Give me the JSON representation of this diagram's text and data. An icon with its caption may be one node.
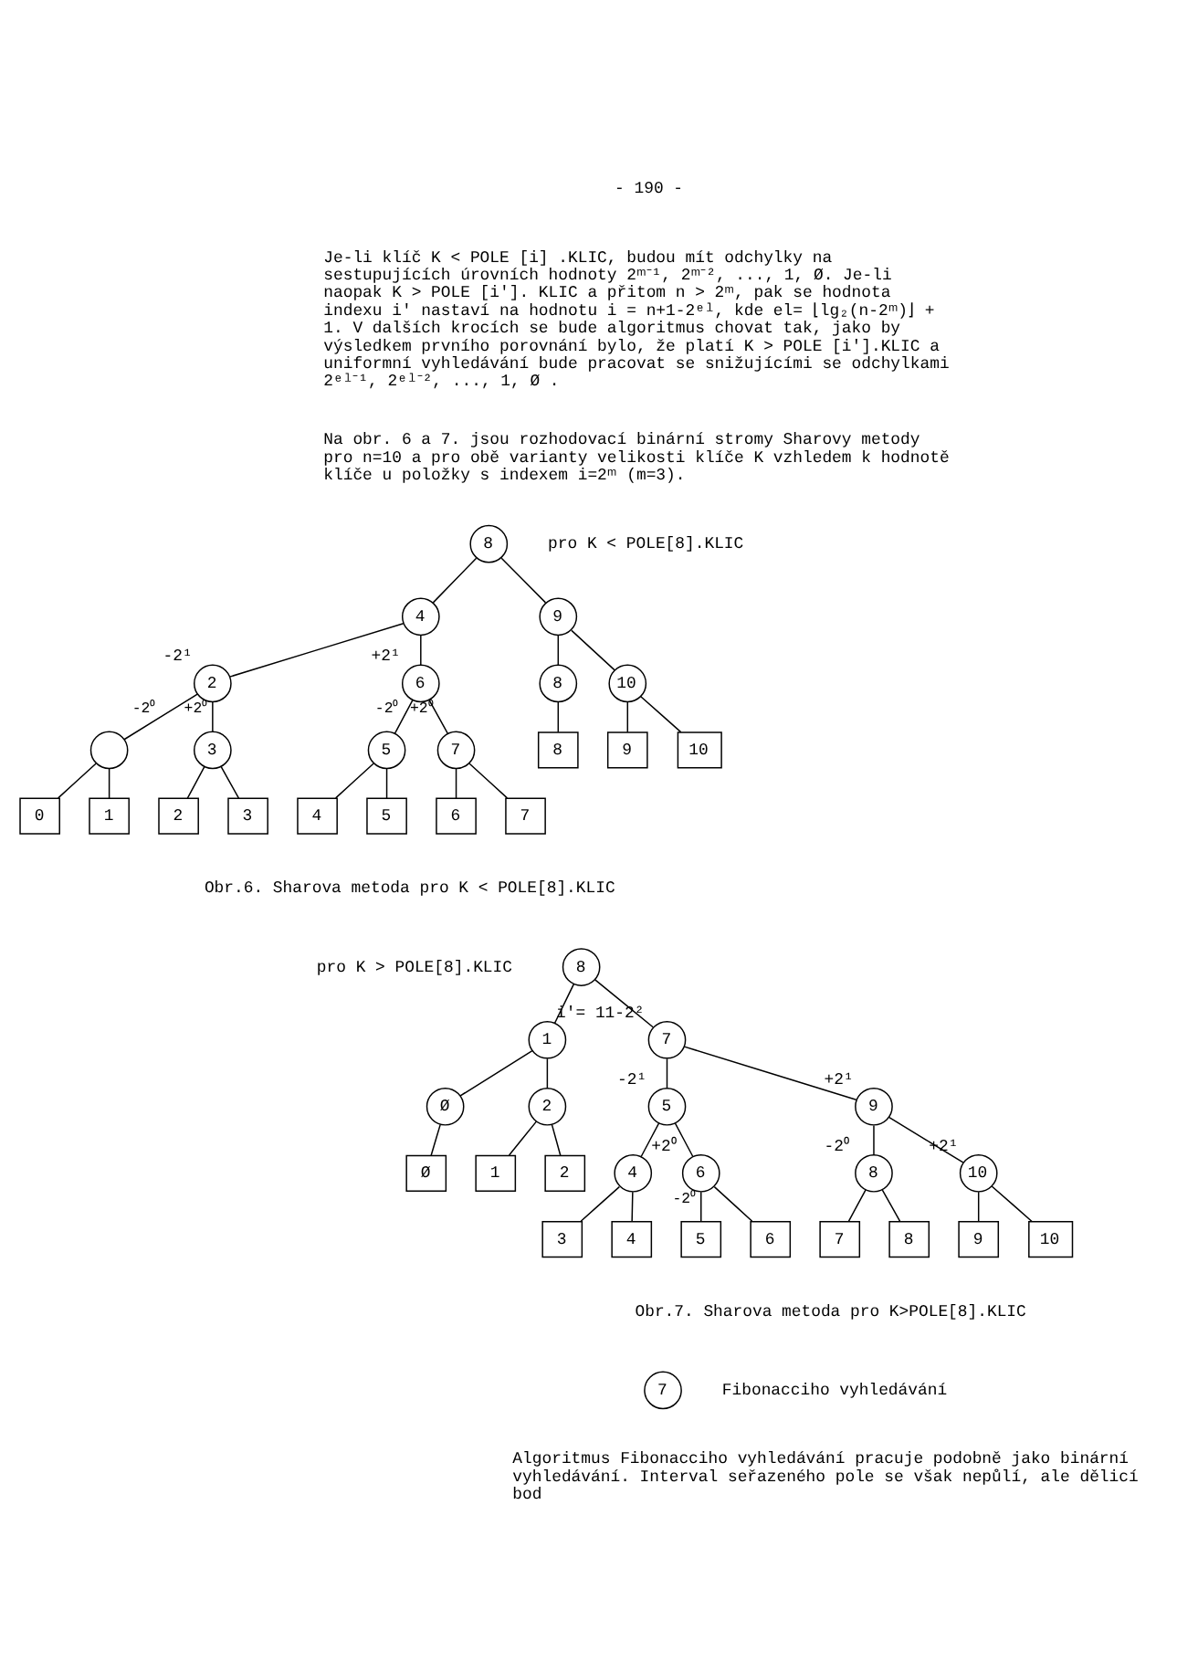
{
  "diagram": {
    "nodes": [
      {
        "text": [
          "8"
        ]
      },
      {
        "text": [
          "4"
        ]
      },
      {
        "text": [
          "9"
        ]
      },
      {
        "text": [
          "2"
        ],
        "beside": [
          "-2¹"
        ]
      },
      {
        "text": [
          "6"
        ],
        "beside": [
          "+2¹"
        ]
      },
      {
        "text": [
          "8"
        ]
      },
      {
        "text": [
          "10"
        ]
      },
      {
        "text": [],
        "shape": "circle"
      },
      {
        "text": [
          "3"
        ]
      },
      {
        "text": [
          "5"
        ]
      },
      {
        "text": [
          "7"
        ]
      },
      {
        "text": [
          "0"
        ]
      },
      {
        "text": [
          "1"
        ]
      },
      {
        "text": [
          "2"
        ]
      },
      {
        "text": [
          "3"
        ]
      },
      {
        "text": [
          "4"
        ]
      },
      {
        "text": [
          "5"
        ]
      },
      {
        "text": [
          "6"
        ]
      },
      {
        "text": [
          "7"
        ]
      },
      {
        "text": [
          "8"
        ]
      },
      {
        "text": [
          "9"
        ]
      },
      {
        "text": [
          "10"
        ]
      },
      {
        "text": [
          "8"
        ]
      },
      {
        "text": [
          "1"
        ]
      },
      {
        "text": [
          "7"
        ],
        "beside": [
          "i′= 11-2²"
        ]
      },
      {
        "text": [
          "Ø"
        ]
      },
      {
        "text": [
          "2"
        ]
      },
      {
        "text": [
          "5"
        ],
        "beside": [
          "-2¹"
        ]
      },
      {
        "text": [
          "9"
        ],
        "beside": [
          "+2¹"
        ]
      },
      {
        "text": [
          "Ø"
        ]
      },
      {
        "text": [
          "1"
        ]
      },
      {
        "text": [
          "2"
        ]
      },
      {
        "text": [
          "4"
        ]
      },
      {
        "text": [
          "6"
        ],
        "beside": [
          "+2⁰"
        ]
      },
      {
        "text": [
          "8"
        ],
        "beside": [
          "-2⁰"
        ]
      },
      {
        "text": [
          "10"
        ],
        "beside": [
          "+2¹"
        ]
      },
      {
        "text": [
          "3"
        ]
      },
      {
        "text": [
          "4"
        ]
      },
      {
        "text": [
          "5"
        ]
      },
      {
        "text": [
          "6"
        ]
      },
      {
        "text": [
          "7"
        ]
      },
      {
        "text": [
          "8"
        ]
      },
      {
        "text": [
          "9"
        ]
      },
      {
        "text": [
          "10"
        ]
      },
      {
        "text": [
          "7"
        ]
      }
    ],
    "edges": [
      {
        "from": 0,
        "to": 1,
        "arrow": "none"
      },
      {
        "from": 0,
        "to": 2,
        "arrow": "none"
      },
      {
        "from": 1,
        "to": 3,
        "arrow": "none"
      },
      {
        "from": 1,
        "to": 4,
        "arrow": "none"
      },
      {
        "from": 3,
        "to": 7,
        "arrow": "none",
        "label": "-2⁰"
      },
      {
        "from": 3,
        "to": 8,
        "arrow": "none",
        "label": "+2⁰"
      },
      {
        "from": 7,
        "to": 11,
        "arrow": "none"
      },
      {
        "from": 7,
        "to": 12,
        "arrow": "none"
      },
      {
        "from": 8,
        "to": 13,
        "arrow": "none"
      },
      {
        "from": 8,
        "to": 14,
        "arrow": "none"
      },
      {
        "from": 4,
        "to": 9,
        "arrow": "none",
        "label": "-2⁰"
      },
      {
        "from": 4,
        "to": 10,
        "arrow": "none",
        "label": "+2⁰"
      },
      {
        "from": 9,
        "to": 15,
        "arrow": "none"
      },
      {
        "from": 9,
        "to": 16,
        "arrow": "none"
      },
      {
        "from": 10,
        "to": 17,
        "arrow": "none"
      },
      {
        "from": 10,
        "to": 18,
        "arrow": "none"
      },
      {
        "from": 2,
        "to": 5,
        "arrow": "none"
      },
      {
        "from": 2,
        "to": 6,
        "arrow": "none"
      },
      {
        "from": 5,
        "to": 19,
        "arrow": "none"
      },
      {
        "from": 6,
        "to": 20,
        "arrow": "none"
      },
      {
        "from": 6,
        "to": 21,
        "arrow": "none"
      },
      {
        "from": 22,
        "to": 23,
        "arrow": "none"
      },
      {
        "from": 22,
        "to": 24,
        "arrow": "none"
      },
      {
        "from": 23,
        "to": 25,
        "arrow": "none"
      },
      {
        "from": 23,
        "to": 26,
        "arrow": "none"
      },
      {
        "from": 25,
        "to": 29,
        "arrow": "none"
      },
      {
        "from": 26,
        "to": 30,
        "arrow": "none"
      },
      {
        "from": 26,
        "to": 31,
        "arrow": "none"
      },
      {
        "from": 24,
        "to": 27,
        "arrow": "none"
      },
      {
        "from": 24,
        "to": 28,
        "arrow": "none"
      },
      {
        "from": 27,
        "to": 32,
        "arrow": "none"
      },
      {
        "from": 27,
        "to": 33,
        "arrow": "none"
      },
      {
        "from": 32,
        "to": 36,
        "arrow": "none"
      },
      {
        "from": 32,
        "to": 37,
        "arrow": "none"
      },
      {
        "from": 33,
        "to": 38,
        "arrow": "none",
        "label": "-2⁰"
      },
      {
        "from": 33,
        "to": 39,
        "arrow": "none"
      },
      {
        "from": 28,
        "to": 34,
        "arrow": "none"
      },
      {
        "from": 28,
        "to": 35,
        "arrow": "none"
      },
      {
        "from": 34,
        "to": 40,
        "arrow": "none"
      },
      {
        "from": 34,
        "to": 41,
        "arrow": "none"
      },
      {
        "from": 35,
        "to": 42,
        "arrow": "none"
      },
      {
        "from": 35,
        "to": 43,
        "arrow": "none"
      }
    ],
    "labels": [
      "- 190 -",
      "Je-li klíč K < POLE [i] .KLIC, budou mít odchylky na sestupujících úrovních hodnoty 2ᵐ⁻¹, 2ᵐ⁻², ..., 1, Ø. Je-li naopak K > POLE [i′]. KLIC a přitom n > 2ᵐ, pak se hodnota indexu i′ nastaví na hodnotu i = n+1-2ᵉˡ, kde el= ⌊lg₂(n-2ᵐ)⌋ + 1. V dalších krocích se bude algoritmus chovat tak, jako by výsledkem prvního porovnání bylo, že platí K > POLE [i′].KLIC a uniformní vyhledávání bude pracovat se snižujícími se odchylkami 2ᵉˡ⁻¹, 2ᵉˡ⁻², ..., 1, Ø .",
      "Na obr. 6 a 7. jsou rozhodovací binární stromy Sharovy metody pro n=10 a pro obě varianty velikosti klíče K vzhledem k hodnotě klíče u položky s indexem i=2ᵐ (m=3).",
      "pro K < POLE[8].KLIC",
      "Obr.6. Sharova metoda pro K < POLE[8].KLIC",
      "pro K > POLE[8].KLIC",
      "Obr.7. Sharova metoda pro K>POLE[8].KLIC",
      "Fibonacciho vyhledávání",
      "Algoritmus Fibonacciho vyhledávání pracuje podobně jako binární vyhledávání. Interval seřazeného pole se však nepůlí, ale dělicí bod"
    ]
  }
}
